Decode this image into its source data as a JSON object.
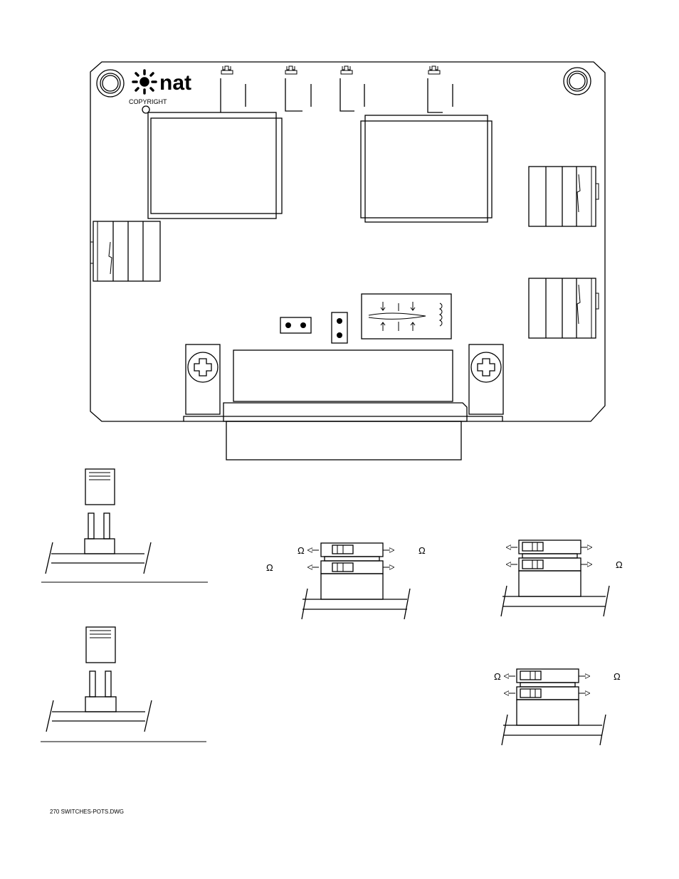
{
  "board": {
    "logo_text": "nat",
    "copyright_label": "COPYRIGHT"
  },
  "switch_labels": {
    "omega": "Ω"
  },
  "footer": {
    "drawing_name": "270 SWITCHES-POTS.DWG"
  },
  "colors": {
    "line": "#000000",
    "background": "#ffffff"
  }
}
